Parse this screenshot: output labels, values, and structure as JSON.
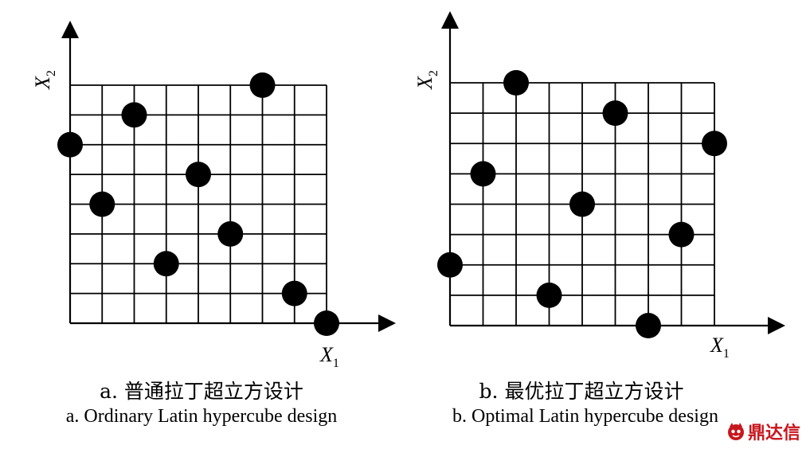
{
  "panels": [
    {
      "id": "a",
      "x_label": "X",
      "x_sub": "1",
      "y_label": "X",
      "y_sub": "2",
      "caption_zh": "a. 普通拉丁超立方设计",
      "caption_en": "a. Ordinary Latin hypercube design",
      "points": [
        [
          0,
          6
        ],
        [
          1,
          4
        ],
        [
          2,
          7
        ],
        [
          3,
          2
        ],
        [
          4,
          5
        ],
        [
          5,
          3
        ],
        [
          6,
          8
        ],
        [
          7,
          1
        ],
        [
          8,
          0
        ]
      ]
    },
    {
      "id": "b",
      "x_label": "X",
      "x_sub": "1",
      "y_label": "X",
      "y_sub": "2",
      "caption_zh": "b. 最优拉丁超立方设计",
      "caption_en": "b. Optimal Latin hypercube design",
      "points": [
        [
          0,
          2
        ],
        [
          1,
          5
        ],
        [
          2,
          8
        ],
        [
          3,
          1
        ],
        [
          4,
          4
        ],
        [
          5,
          7
        ],
        [
          6,
          0
        ],
        [
          7,
          3
        ],
        [
          8,
          6
        ]
      ]
    }
  ],
  "grid": {
    "cells": 8
  },
  "watermark": {
    "text": "鼎达信",
    "icon": "cat-face-logo-icon",
    "color": "#c8161d"
  }
}
